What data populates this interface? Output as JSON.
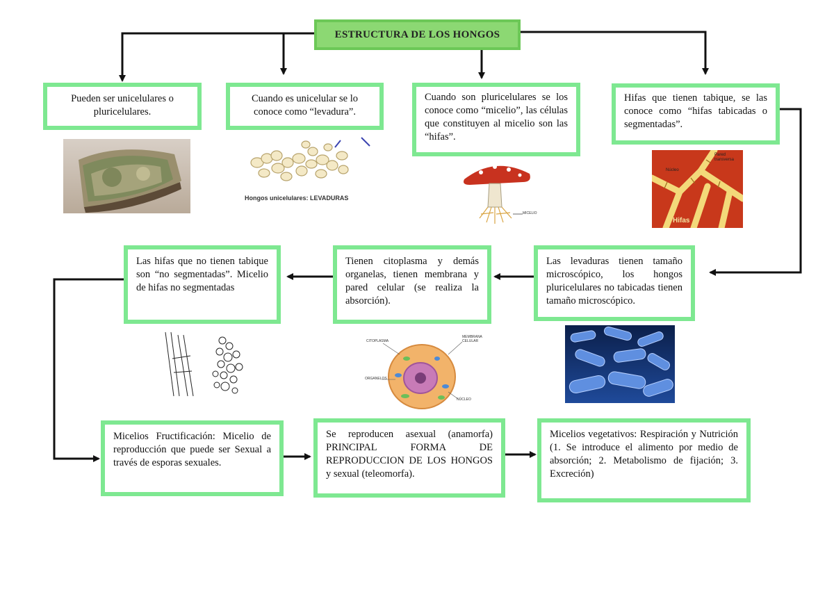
{
  "title": "ESTRUCTURA DE LOS HONGOS",
  "boxes": {
    "unicelulares_o_pluricelulares": "Pueden ser unicelulares o pluricelulares.",
    "levadura": "Cuando es unicelular se lo conoce como “levadura”.",
    "micelio": "Cuando son pluricelulares se los conoce como “micelio”, las células que constituyen al micelio son las “hifas”.",
    "hifas_tabicadas": "Hifas que tienen tabique, se las conoce como “hifas tabicadas o segmentadas”.",
    "tamano": "Las levaduras tienen tamaño microscópico, los hongos pluricelulares no tabicadas tienen tamaño microscópico.",
    "citoplasma": "Tienen citoplasma y demás organelas, tienen membrana y pared celular (se realiza la absorción).",
    "no_segmentadas": "Las hifas que no tienen tabique son “no segmentadas”. Micelio de hifas no segmentadas",
    "fructificacion": "Micelios Fructificación: Micelio de reproducción que puede ser Sexual a través de esporas sexuales.",
    "reproduccion": "Se reproducen asexual (anamorfa) PRINCIPAL FORMA DE REPRODUCCION DE LOS HONGOS y sexual (teleomorfa).",
    "vegetativos": "Micelios vegetativos: Respiración y Nutrición (1. Se introduce el alimento por medio de absorción; 2. Metabolismo de fijación; 3. Excreción)"
  },
  "image_labels": {
    "levaduras_caption": "Hongos unicelulares: LEVADURAS",
    "hifas_caption": "Hifas",
    "nucleo": "Núcleo",
    "pared": "Pared transversa",
    "micelio_label": "MICELIO",
    "citoplasma": "CITOPLASMA",
    "membrana": "MEMBRANA CELULAR",
    "organelos": "ORGANELOS",
    "nucleo_cell": "NÚCLEO"
  },
  "colors": {
    "box_border": "#7ee891",
    "title_fill": "#8cd873",
    "arrow": "#111111"
  }
}
